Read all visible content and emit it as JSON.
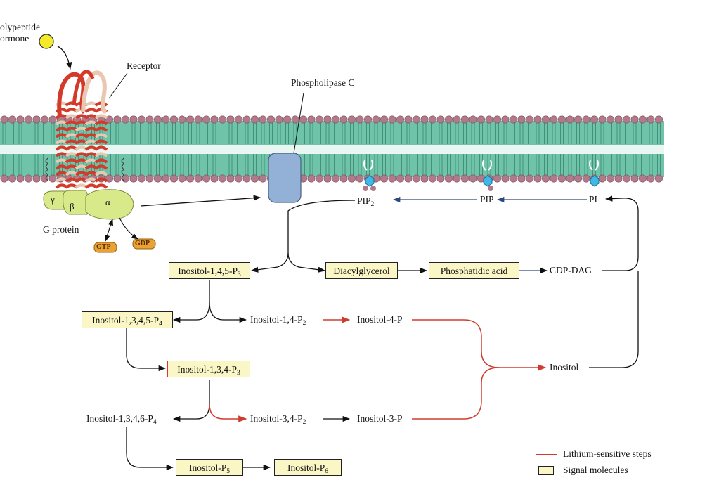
{
  "labels": {
    "hormone": [
      "olypeptide",
      "ormone"
    ],
    "receptor": "Receptor",
    "phospholipase": "Phospholipase C",
    "gprotein": "G protein",
    "gamma": "γ",
    "beta": "β",
    "alpha": "α",
    "gtp": "GTP",
    "gdp": "GDP",
    "pip2": {
      "base": "PIP",
      "sub": "2"
    },
    "pip": "PIP",
    "pi": "PI",
    "cdpdag": "CDP-DAG",
    "inositol": "Inositol",
    "ip2_14": {
      "base": "Inositol-1,4-P",
      "sub": "2"
    },
    "i4p": "Inositol-4-P",
    "ip4_1346": {
      "base": "Inositol-1,3,4,6-P",
      "sub": "4"
    },
    "ip2_34": {
      "base": "Inositol-3,4-P",
      "sub": "2"
    },
    "i3p": "Inositol-3-P"
  },
  "boxes": {
    "ip3_145": {
      "base": "Inositol-1,4,5-P",
      "sub": "3"
    },
    "dag": "Diacylglycerol",
    "pa": "Phosphatidic acid",
    "ip4_1345": {
      "base": "Inositol-1,3,4,5-P",
      "sub": "4"
    },
    "ip3_134": {
      "base": "Inositol-1,3,4-P",
      "sub": "3"
    },
    "ip5": {
      "base": "Inositol-P",
      "sub": "5"
    },
    "ip6": {
      "base": "Inositol-P",
      "sub": "6"
    }
  },
  "legend": {
    "lithium": "Lithium-sensitive steps",
    "signal": "Signal molecules"
  },
  "colors": {
    "membrane_teal": "#6fc3a8",
    "lipid_head": "#b07a8a",
    "protein_green": "#d8e98a",
    "plc_blue": "#93b1d6",
    "receptor_red": "#d33a2a",
    "lithium_red": "#d03b30",
    "signal_fill": "#fbf6c6",
    "pip_blue": "#3fb8e6"
  }
}
